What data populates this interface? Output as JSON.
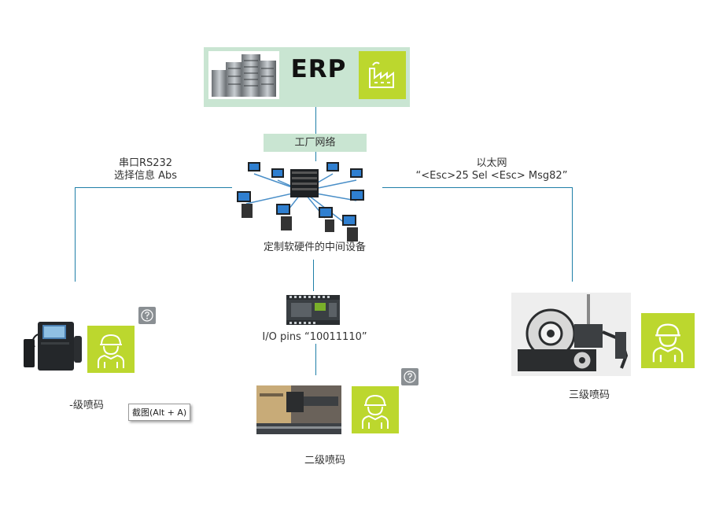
{
  "erp": {
    "title": "ERP"
  },
  "network": {
    "factory_label": "工厂网络",
    "middleware_label": "定制软硬件的中间设备"
  },
  "serial": {
    "line1": "串口RS232",
    "line2": "选择信息 Abs"
  },
  "ethernet": {
    "line1": "以太网",
    "line2": "“<Esc>25 Sel <Esc> Msg82”"
  },
  "io": {
    "label": "I/O pins “10011110”"
  },
  "printers": {
    "level1": "-级喷码",
    "level2": "二级喷码",
    "level3": "三级喷码"
  },
  "tooltip": {
    "text": "截图(Alt + A)"
  },
  "icons": [
    "server-rack-icon",
    "factory-icon",
    "network-computers-icon",
    "io-module-icon",
    "inkjet-printer-icon",
    "worker-icon",
    "help-icon",
    "print-head-icon",
    "label-printer-icon"
  ],
  "colors": {
    "accent_green": "#bcd72e",
    "panel_green": "#c9e5d2",
    "line_blue": "#1f7fa8",
    "help_grey": "#8a8f93"
  }
}
